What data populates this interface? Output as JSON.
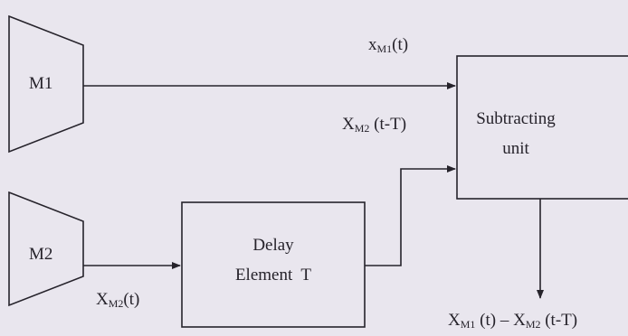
{
  "diagram": {
    "mic1": "M1",
    "mic2": "M2",
    "delay_line1": "Delay",
    "delay_line2": "Element  T",
    "subtract_line1": "Subtracting",
    "subtract_line2": "unit",
    "sig_m1": {
      "base": "x",
      "sub": "M1",
      "arg": "(t)"
    },
    "sig_m2_delayed": {
      "base": "X",
      "sub": "M2",
      "arg": " (t-T)"
    },
    "sig_m2": {
      "base": "X",
      "sub": "M2",
      "arg": "(t)"
    },
    "output": {
      "base1": "X",
      "sub1": "M1",
      "mid": " (t) – X",
      "sub2": "M2",
      "arg2": " (t-T)"
    }
  },
  "colors": {
    "stroke": "#26232b",
    "background": "#e9e6ee"
  }
}
